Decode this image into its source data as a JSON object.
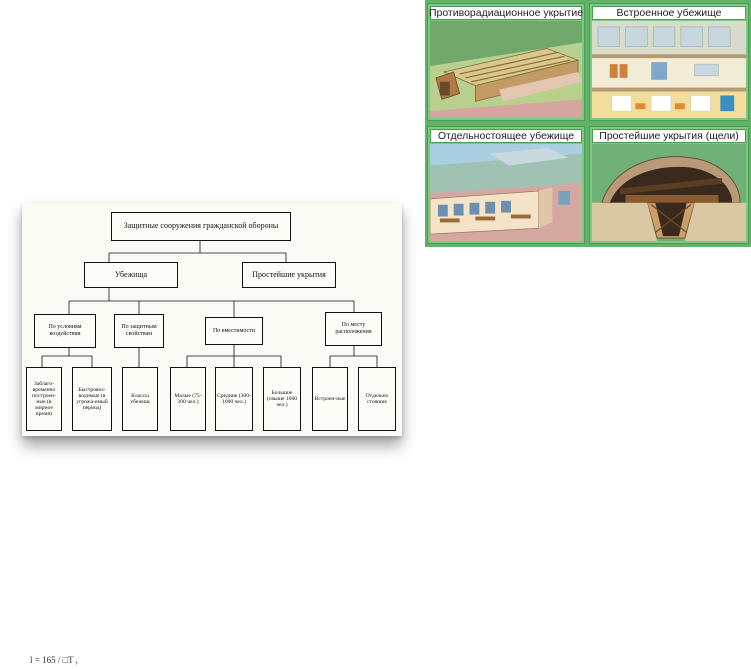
{
  "diagram": {
    "root": "Защитные сооружения гражданской обороны",
    "types": {
      "shelters": "Убежища",
      "simple": "Простейшие укрытия"
    },
    "criteria": {
      "conditions": "По условиям воздействия",
      "protective": "По защитным свойствам",
      "capacity": "По вместимости",
      "location": "По месту расположения"
    },
    "leaves": {
      "advance": "Заблаго-временно построен-ные (в мирное время)",
      "rapid": "Быстровоз-водимые (в угрожа-емый период)",
      "classes": "Классы убежищ",
      "small": "Малые (75-300 чел.)",
      "medium": "Средние (300-1000 чел.)",
      "large": "Большие (свыше 1000 чел.)",
      "builtin": "Встроен-ные",
      "standalone": "Отдельно стоящие"
    }
  },
  "grid": {
    "cells": [
      {
        "title": "Противорадиационное укрытие"
      },
      {
        "title": "Встроенное убежище"
      },
      {
        "title": "Отдельностоящее убежище"
      },
      {
        "title": "Простейшие укрытия (щели)"
      }
    ]
  },
  "footer": "l = 165 / □T ,"
}
